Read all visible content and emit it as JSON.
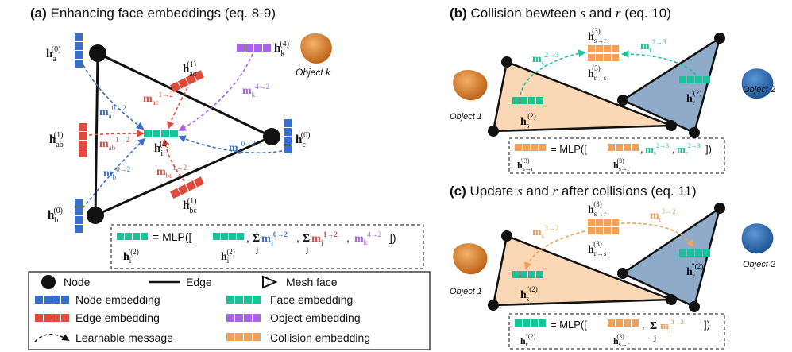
{
  "panels": {
    "a": {
      "label": "(a)",
      "title": "Enhancing face embeddings (eq. 8-9)"
    },
    "b": {
      "label": "(b)",
      "title_pre": "Collision bewteen",
      "var_s": "s",
      "and": "and",
      "var_r": "r",
      "title_post": "(eq. 10)"
    },
    "c": {
      "label": "(c)",
      "title_pre": "Update",
      "var_s": "s",
      "and": "and",
      "var_r": "r",
      "title_post": "after collisions (eq. 11)"
    }
  },
  "nodes": {
    "a": "a",
    "b": "b",
    "c": "c"
  },
  "objects": {
    "k": "Object k",
    "one": "Object 1",
    "two": "Object 2"
  },
  "math": {
    "h": "h",
    "m": "m",
    "sum": "Σ",
    "j": "j",
    "sub_a": "a",
    "sub_b": "b",
    "sub_c": "c",
    "sub_k": "k",
    "sub_i": "i",
    "sub_ab": "ab",
    "sub_ac": "ac",
    "sub_bc": "bc",
    "sub_s": "s",
    "sub_r": "r",
    "sub_j": "j",
    "sub_s_to_r": "s→r",
    "sub_r_to_s": "r→s",
    "sup_0": "(0)",
    "sup_1": "(1)",
    "sup_2": "(2)",
    "sup_3": "(3)",
    "sup_4": "(4)",
    "sup_p2": "′(2)",
    "sup_p3": "′(3)",
    "sup_pp2": "′′(2)",
    "sup_0_2": "0→2",
    "sup_1_2": "1→2",
    "sup_4_2": "4→2",
    "sup_2_3": "2→3",
    "sup_3_2": "3→2"
  },
  "equations": {
    "mlp_open": "= MLP([",
    "comma": ",",
    "close": "])"
  },
  "legend": {
    "node": "Node",
    "edge": "Edge",
    "mesh_face": "Mesh face",
    "node_embedding": "Node embedding",
    "face_embedding": "Face embedding",
    "edge_embedding": "Edge embedding",
    "object_embedding": "Object embedding",
    "learnable_message": "Learnable message",
    "collision_embedding": "Collision embedding"
  },
  "colors": {
    "node_embedding": "#3a6fc9",
    "edge_embedding": "#e04a3a",
    "face_embedding": "#19c39a",
    "object_embedding": "#a963e8",
    "collision_embedding": "#f2a05a",
    "face_fill_s": "#fbd8b5",
    "face_fill_r": "#8eacc9",
    "object_orange": "#e88a2a",
    "object_blue": "#2e6fb8",
    "ink": "#111111"
  }
}
